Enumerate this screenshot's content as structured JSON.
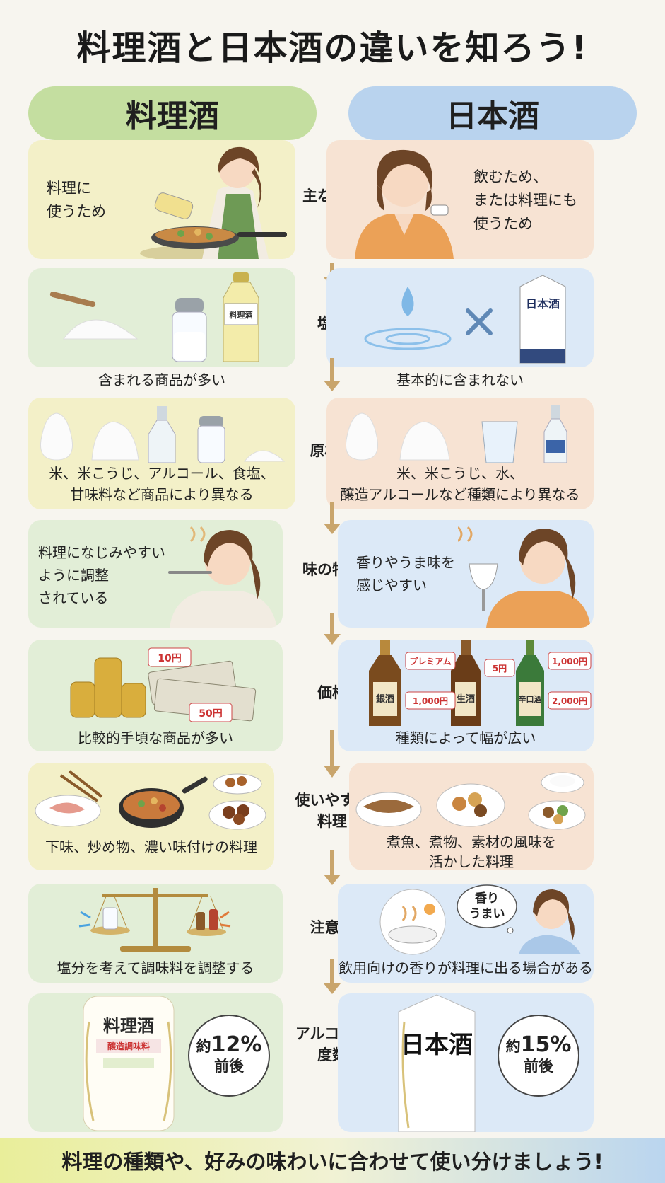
{
  "title": "料理酒と日本酒の違いを知ろう!",
  "headers": {
    "left": "料理酒",
    "right": "日本酒"
  },
  "labels": {
    "purpose": "主な目的",
    "salt": "塩分",
    "ingredients": "原材料",
    "taste": "味の特徴",
    "price": "価格",
    "dishes": [
      "使いやすい",
      "料理"
    ],
    "caution": "注意点",
    "alcohol": [
      "アルコール",
      "度数"
    ]
  },
  "left": {
    "purpose": [
      "料理に",
      "使うため"
    ],
    "salt_caption": "含まれる商品が多い",
    "bottle_label": "料理酒",
    "ingredients": [
      "米、米こうじ、アルコール、食塩、",
      "甘味料など商品により異なる"
    ],
    "taste": [
      "料理になじみやすい",
      "ように調整",
      "されている"
    ],
    "price_tags": [
      "10円",
      "50円"
    ],
    "price_caption": "比較的手頃な商品が多い",
    "dishes_caption": "下味、炒め物、濃い味付けの料理",
    "caution_caption": "塩分を考えて調味料を調整する",
    "pack_label": "料理酒",
    "pack_sub": "醸造調味料",
    "alcohol_prefix": "約",
    "alcohol_value": "12%",
    "alcohol_suffix": "前後"
  },
  "right": {
    "purpose": [
      "飲むため、",
      "または料理にも",
      "使うため"
    ],
    "salt_caption": "基本的に含まれない",
    "carton_label": "日本酒",
    "ingredients": [
      "米、米こうじ、水、",
      "醸造アルコールなど種類により異なる"
    ],
    "taste": [
      "香りやうま味を",
      "感じやすい"
    ],
    "bottles": [
      "銀酒",
      "生酒",
      "辛口酒"
    ],
    "price_tags": [
      "プレミアム",
      "1,000円",
      "5円",
      "1,000円",
      "2,000円"
    ],
    "price_caption": "種類によって幅が広い",
    "dishes_caption": [
      "煮魚、煮物、素材の風味を",
      "活かした料理"
    ],
    "thought": [
      "香り",
      "うまい"
    ],
    "caution_caption": "飲用向けの香りが料理に出る場合がある",
    "pack_label": "日本酒",
    "alcohol_prefix": "約",
    "alcohol_value": "15%",
    "alcohol_suffix": "前後"
  },
  "footer": "料理の種類や、好みの味わいに合わせて使い分けましょう!",
  "colors": {
    "left_header": "#c4dea0",
    "right_header": "#b9d3ee",
    "arrow": "#c9a56c",
    "yellow_card": "#f3f0c8",
    "green_card": "#e2eed7",
    "peach_card": "#f7e3d3",
    "blue_card": "#dce9f7"
  }
}
